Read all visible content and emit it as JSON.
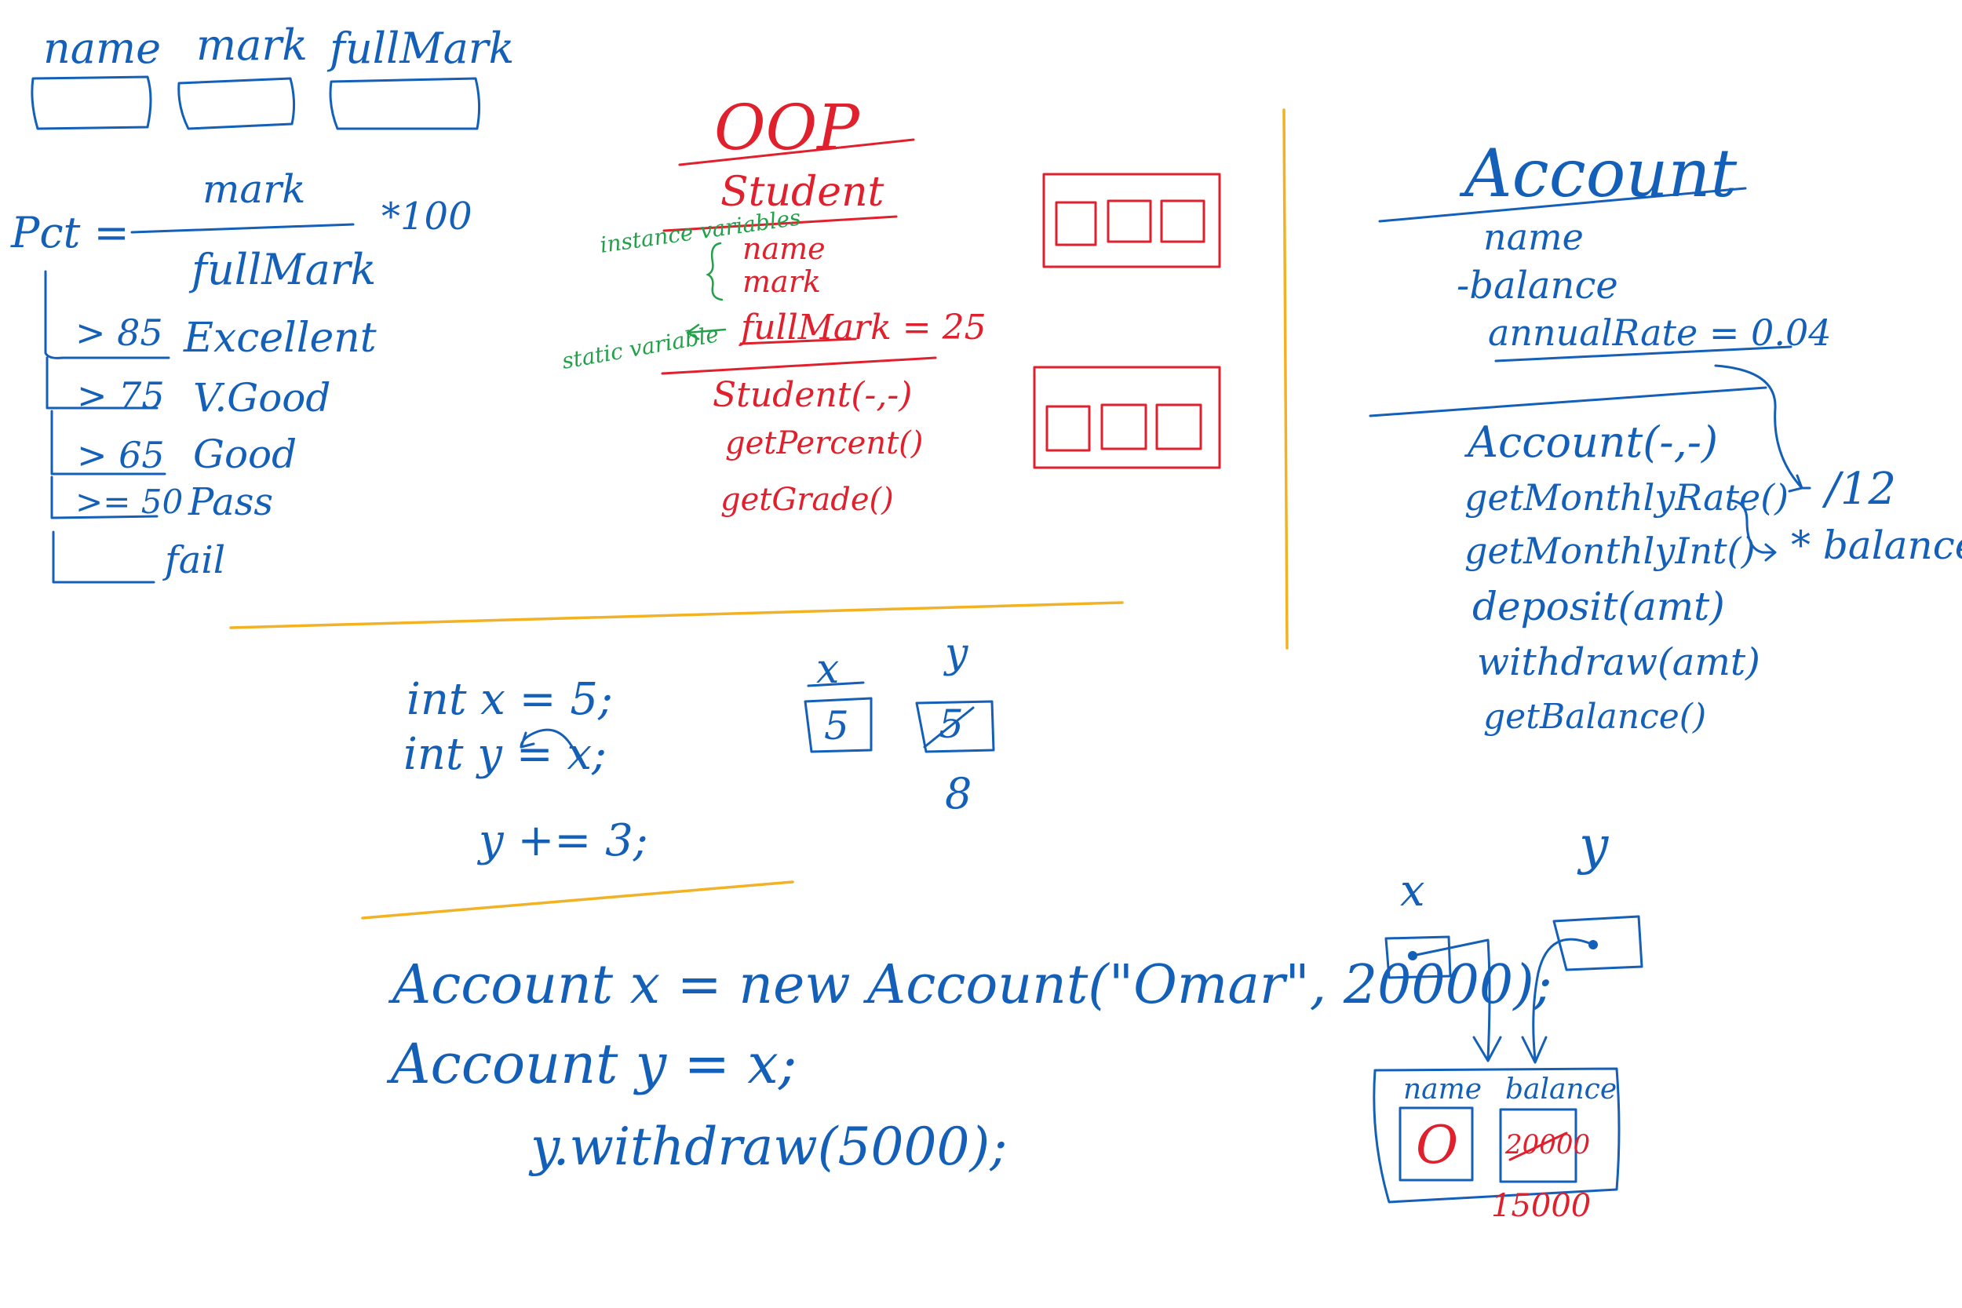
{
  "colors": {
    "ink_blue": "#1460b8",
    "ink_red": "#e0202c",
    "ink_green": "#22a04a",
    "divider_yellow": "#f2b224"
  },
  "grading": {
    "vars": [
      "name",
      "mark",
      "fullMark"
    ],
    "pct_label": "Pct =",
    "numerator": "mark",
    "denominator": "fullMark",
    "multiplier": "*100",
    "rows": [
      {
        "cond": "> 85",
        "grade": "Excellent"
      },
      {
        "cond": "> 75",
        "grade": "V.Good"
      },
      {
        "cond": "> 65",
        "grade": "Good"
      },
      {
        "cond": ">= 50",
        "grade": "Pass"
      },
      {
        "cond": "",
        "grade": "fail"
      }
    ]
  },
  "student_uml": {
    "heading": "OOP",
    "class_name": "Student",
    "instance_note": "instance variables",
    "fields": [
      "name",
      "mark"
    ],
    "static_note": "static variable",
    "static_field": "fullMark = 25",
    "methods": [
      "Student(-,-)",
      "getPercent()",
      "getGrade()"
    ]
  },
  "account_uml": {
    "class_name": "Account",
    "fields": [
      "name",
      "-balance",
      "annualRate = 0.04"
    ],
    "methods": [
      "Account(-,-)",
      "getMonthlyRate()",
      "getMonthlyInt()",
      "deposit(amt)",
      "withdraw(amt)",
      "getBalance()"
    ],
    "note_rate": "/12",
    "note_int": "* balance"
  },
  "primitives": {
    "code": [
      "int x = 5;",
      "int y = x;",
      "y += 3;"
    ],
    "x_label": "x",
    "x_value": "5",
    "y_label": "y",
    "y_old": "5",
    "y_new": "8"
  },
  "references": {
    "code": [
      "Account x = new Account(\"Omar\", 20000);",
      "Account y = x;",
      "y.withdraw(5000);"
    ],
    "x_label": "x",
    "y_label": "y",
    "field_name_label": "name",
    "field_balance_label": "balance",
    "name_value": "O",
    "balance_old": "20000",
    "balance_new": "15000"
  }
}
